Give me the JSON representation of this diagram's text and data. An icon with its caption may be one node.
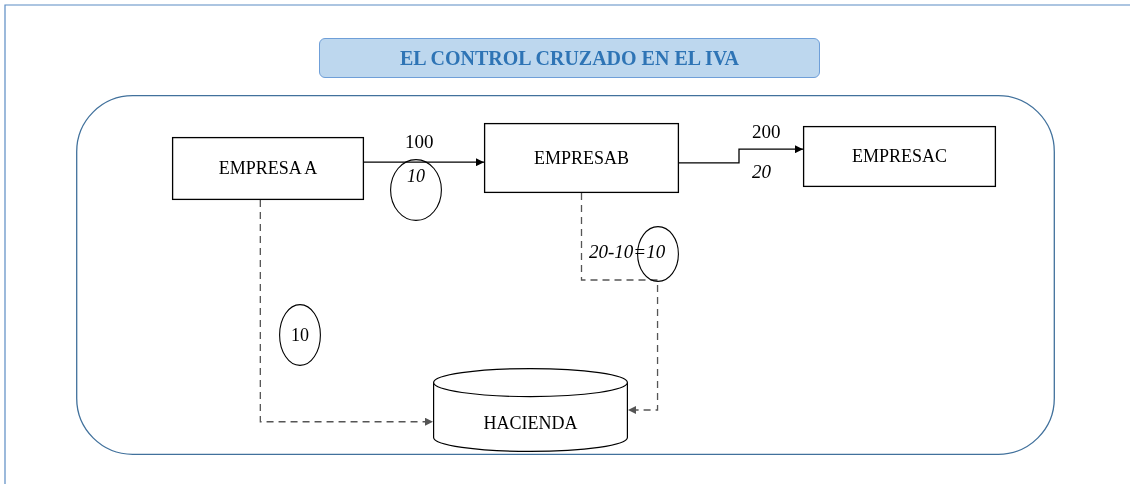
{
  "diagram": {
    "title": "EL CONTROL CRUZADO EN EL IVA",
    "nodes": [
      {
        "text": [],
        "shape": "box"
      },
      {
        "text": [
          "EMPRESA A"
        ],
        "in": 0
      },
      {
        "text": [
          "EMPRESAB"
        ],
        "in": 0
      },
      {
        "text": [
          "EMPRESAC"
        ],
        "in": 0
      },
      {
        "text": [
          "HACIENDA"
        ],
        "in": 0
      },
      {
        "text": [
          "10"
        ],
        "in": 0
      },
      {
        "text": [
          "10"
        ],
        "in": 0
      },
      {
        "text": [],
        "shape": "circle",
        "in": 0
      }
    ],
    "edges": [
      {
        "from": 1,
        "to": 2,
        "arrow": "to",
        "label": "100"
      },
      {
        "from": 2,
        "to": 3,
        "arrow": "to",
        "label": "200"
      },
      {
        "from": 1,
        "to": 4,
        "arrow": "to",
        "style": "dashed",
        "color": "#555555"
      },
      {
        "from": 2,
        "to": 4,
        "arrow": "to",
        "style": "dashed",
        "color": "#555555",
        "label": "20-10=10"
      }
    ],
    "labels": [
      "20"
    ]
  }
}
